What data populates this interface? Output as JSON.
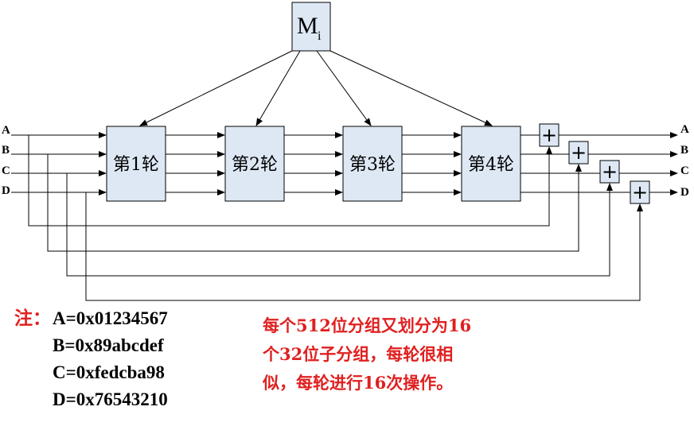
{
  "message_block": {
    "label": "M",
    "subscript": "i"
  },
  "rounds": [
    "第1轮",
    "第2轮",
    "第3轮",
    "第4轮"
  ],
  "inputs": [
    "A",
    "B",
    "C",
    "D"
  ],
  "outputs": [
    "A",
    "B",
    "C",
    "D"
  ],
  "adder_symbol": "+",
  "note": {
    "prefix": "注：",
    "lines": [
      "A=0x01234567",
      "B=0x89abcdef",
      "C=0xfedcba98",
      "D=0x76543210"
    ]
  },
  "description": {
    "lines": [
      "每个512位分组又划分为16",
      "个32位子分组，每轮很相",
      "似，每轮进行16次操作。"
    ]
  },
  "colors": {
    "box_fill": "#dde8f4",
    "line": "#000000",
    "note_red": "#e02020"
  }
}
